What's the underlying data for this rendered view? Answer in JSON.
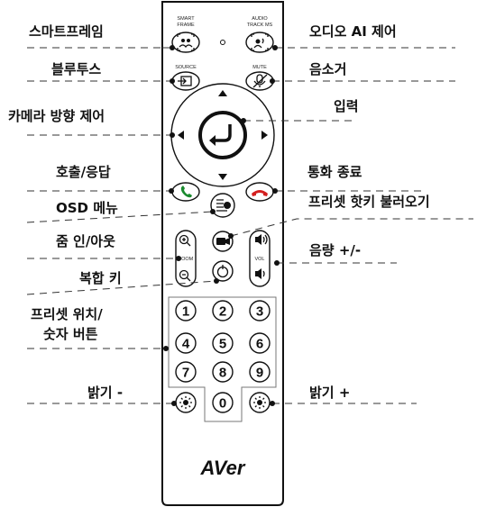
{
  "labels": {
    "smart_frame": "스마트프레임",
    "bluetooth": "블루투스",
    "camera_direction": "카메라 방향 제어",
    "call_answer": "호출/응답",
    "osd_menu": "OSD 메뉴",
    "zoom": "줌 인/아웃",
    "combo_key": "복합 키",
    "preset_position_line1": "프리셋 위치/",
    "preset_position_line2": "숫자 버튼",
    "brightness_down": "밝기 -",
    "audio_ai": "오디오 AI 제어",
    "mute": "음소거",
    "enter": "입력",
    "end_call": "통화 종료",
    "preset_hotkey": "프리셋 핫키 불러오기",
    "volume": "음량 +/-",
    "brightness_up": "밝기 +"
  },
  "remote": {
    "smart_frame_text_1": "SMART",
    "smart_frame_text_2": "FRAME",
    "audio_track_text_1": "AUDIO",
    "audio_track_text_2": "TRACK MS",
    "source_text": "SOURCE",
    "mute_text": "MUTE",
    "zoom_text": "ZOOM",
    "vol_text": "VOL",
    "keys": [
      "1",
      "2",
      "3",
      "4",
      "5",
      "6",
      "7",
      "8",
      "9",
      "0"
    ],
    "brand": "AVer"
  },
  "icons": [
    "smart-frame-icon",
    "audio-track-icon",
    "source-icon",
    "mic-mute-icon",
    "enter-icon",
    "phone-answer-icon",
    "phone-end-icon",
    "menu-icon",
    "zoom-in-icon",
    "zoom-out-icon",
    "camera-icon",
    "volume-up-icon",
    "volume-down-icon",
    "combo-key-icon",
    "brightness-down-icon",
    "brightness-up-icon"
  ]
}
